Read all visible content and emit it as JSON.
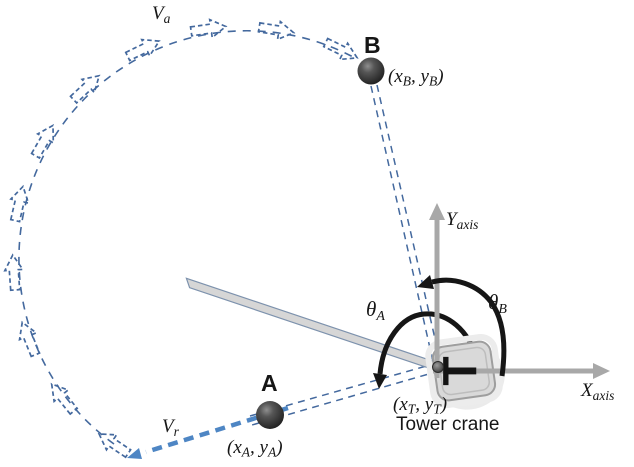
{
  "colors": {
    "ink": "#161616",
    "dashed_blue": "#44699e",
    "thick_arrow_blue": "#4e86c4",
    "axis_gray": "#a8a8a8",
    "jib_fill": "#d6d6d6",
    "jib_stroke": "#7d92ad",
    "base_fill": "#d9d9d9",
    "base_stroke": "#9e9e9e",
    "sphere_dark": "#242424"
  },
  "labels": {
    "v_angular": {
      "base": "V",
      "sub": "a"
    },
    "v_radial": {
      "base": "V",
      "sub": "r"
    },
    "point_b": "B",
    "point_a": "A",
    "coord_b": {
      "open": "(x",
      "sub1": "B",
      "mid": ", y",
      "sub2": "B",
      "close": ")"
    },
    "coord_a": {
      "open": "(x",
      "sub1": "A",
      "mid": ", y",
      "sub2": "A",
      "close": ")"
    },
    "coord_t": {
      "open": "(x",
      "sub1": "T",
      "mid": ", y",
      "sub2": "T",
      "close": ")"
    },
    "axis_y": {
      "base": "Y",
      "sub": "axis"
    },
    "axis_x": {
      "base": "X",
      "sub": "axis"
    },
    "theta_a": {
      "base": "θ",
      "sub": "A"
    },
    "theta_b": {
      "base": "θ",
      "sub": "B"
    },
    "tower_crane": "Tower crane",
    "crane_symbol": "T"
  }
}
